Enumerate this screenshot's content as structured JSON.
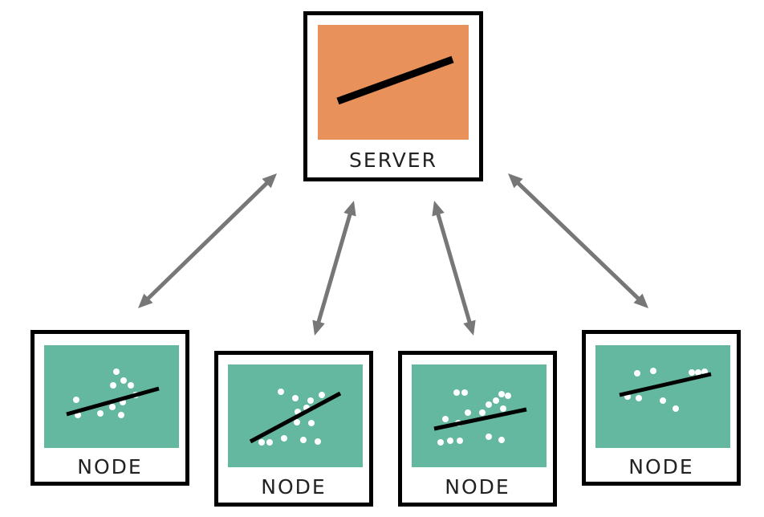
{
  "colors": {
    "server_panel": "#E8915A",
    "node_panel": "#64B8A0",
    "arrow": "#777777",
    "border": "#000000",
    "point": "#ffffff",
    "line": "#000000"
  },
  "server": {
    "label": "SERVER"
  },
  "nodes": [
    {
      "label": "NODE"
    },
    {
      "label": "NODE"
    },
    {
      "label": "NODE"
    },
    {
      "label": "NODE"
    }
  ],
  "arrows": {
    "style": "double-headed",
    "count": 4
  }
}
